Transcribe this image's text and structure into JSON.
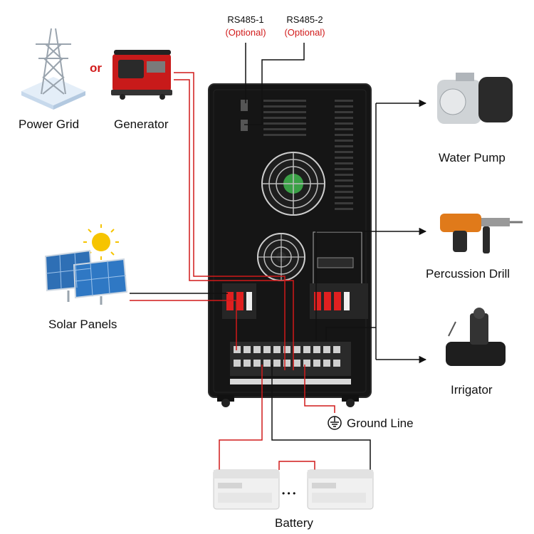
{
  "connectors": {
    "rs485_1": {
      "label": "RS485-1",
      "note": "(Optional)"
    },
    "rs485_2": {
      "label": "RS485-2",
      "note": "(Optional)"
    }
  },
  "sources": {
    "power_grid": "Power Grid",
    "or": "or",
    "generator": "Generator",
    "solar_panels": "Solar Panels"
  },
  "loads": {
    "water_pump": "Water Pump",
    "percussion_drill": "Percussion Drill",
    "irrigator": "Irrigator"
  },
  "ground": {
    "label": "Ground Line"
  },
  "battery": {
    "label": "Battery",
    "ellipsis": "• • •"
  },
  "colors": {
    "ac_wire": "#d11a1a",
    "dc_wire": "#111111",
    "cabinet": "#151515",
    "frame": "#2b2b2b"
  }
}
